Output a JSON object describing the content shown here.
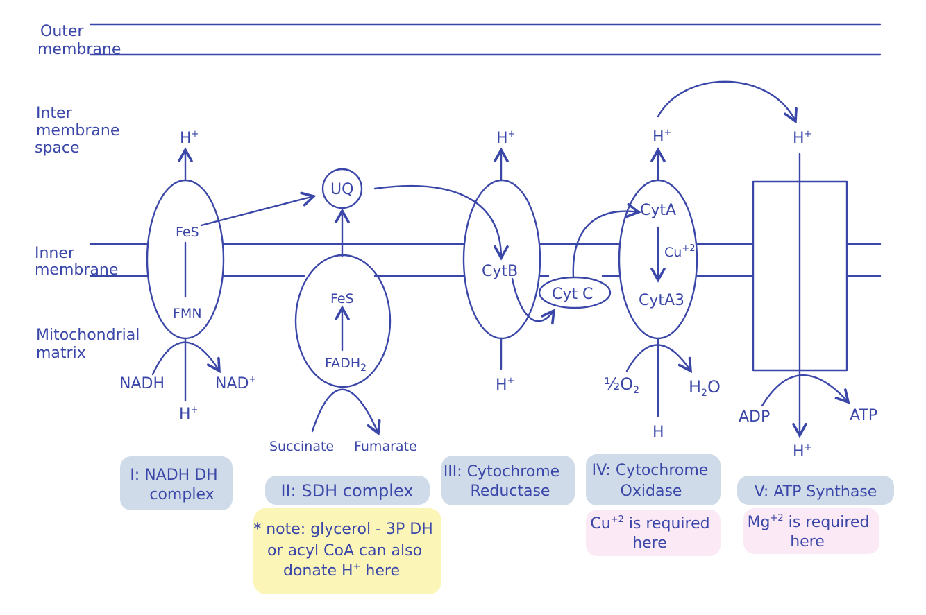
{
  "colors": {
    "ink": "#3a46a8",
    "label_blue_box": "#cfdbe9",
    "note_yellow_box": "#fbf6b8",
    "note_pink_box": "#fbe9f6"
  },
  "regions": {
    "outer_membrane": [
      "Outer",
      "membrane"
    ],
    "intermembrane_space": [
      "Inter",
      "membrane",
      "space"
    ],
    "inner_membrane": [
      "Inner",
      "membrane"
    ],
    "matrix": [
      "Mitochondrial",
      "matrix"
    ]
  },
  "complex_1": {
    "h_top": "H",
    "h_top_sup": "+",
    "fes": "FeS",
    "fmn": "FMN",
    "nadh": "NADH",
    "nad": "NAD",
    "nad_sup": "+",
    "h_bottom": "H",
    "h_bottom_sup": "+",
    "label": [
      "I: NADH DH",
      "complex"
    ]
  },
  "uq": "UQ",
  "complex_2": {
    "fes": "FeS",
    "fadh": "FADH",
    "fadh_sub": "2",
    "succinate": "Succinate",
    "fumarate": "Fumarate",
    "label": "II: SDH complex",
    "note": [
      "* note: glycerol - 3P DH",
      "or acyl CoA can also",
      "donate H",
      "+",
      " here"
    ]
  },
  "complex_3": {
    "h_top": "H",
    "h_top_sup": "+",
    "cytb": "CytB",
    "h_bottom": "H",
    "h_bottom_sup": "+",
    "label": [
      "III: Cytochrome",
      "Reductase"
    ]
  },
  "cytc": "Cyt C",
  "complex_4": {
    "h_top": "H",
    "h_top_sup": "+",
    "cyta": "CytA",
    "cu": "Cu",
    "cu_sup": "+2",
    "cyta3": "CytA3",
    "o2": "½O",
    "o2_sub": "2",
    "h2o_h": "H",
    "h2o_sub": "2",
    "h2o_o": "O",
    "h_bottom": "H",
    "label": [
      "IV: Cytochrome",
      "Oxidase"
    ],
    "note_cu": "Cu",
    "note_cu_sup": "+2",
    "note_text1": " is required",
    "note_text2": "here"
  },
  "complex_5": {
    "h_top": "H",
    "h_top_sup": "+",
    "adp": "ADP",
    "atp": "ATP",
    "h_bottom": "H",
    "h_bottom_sup": "+",
    "label": "V: ATP Synthase",
    "note_mg": "Mg",
    "note_mg_sup": "+2",
    "note_text1": " is required",
    "note_text2": "here"
  }
}
